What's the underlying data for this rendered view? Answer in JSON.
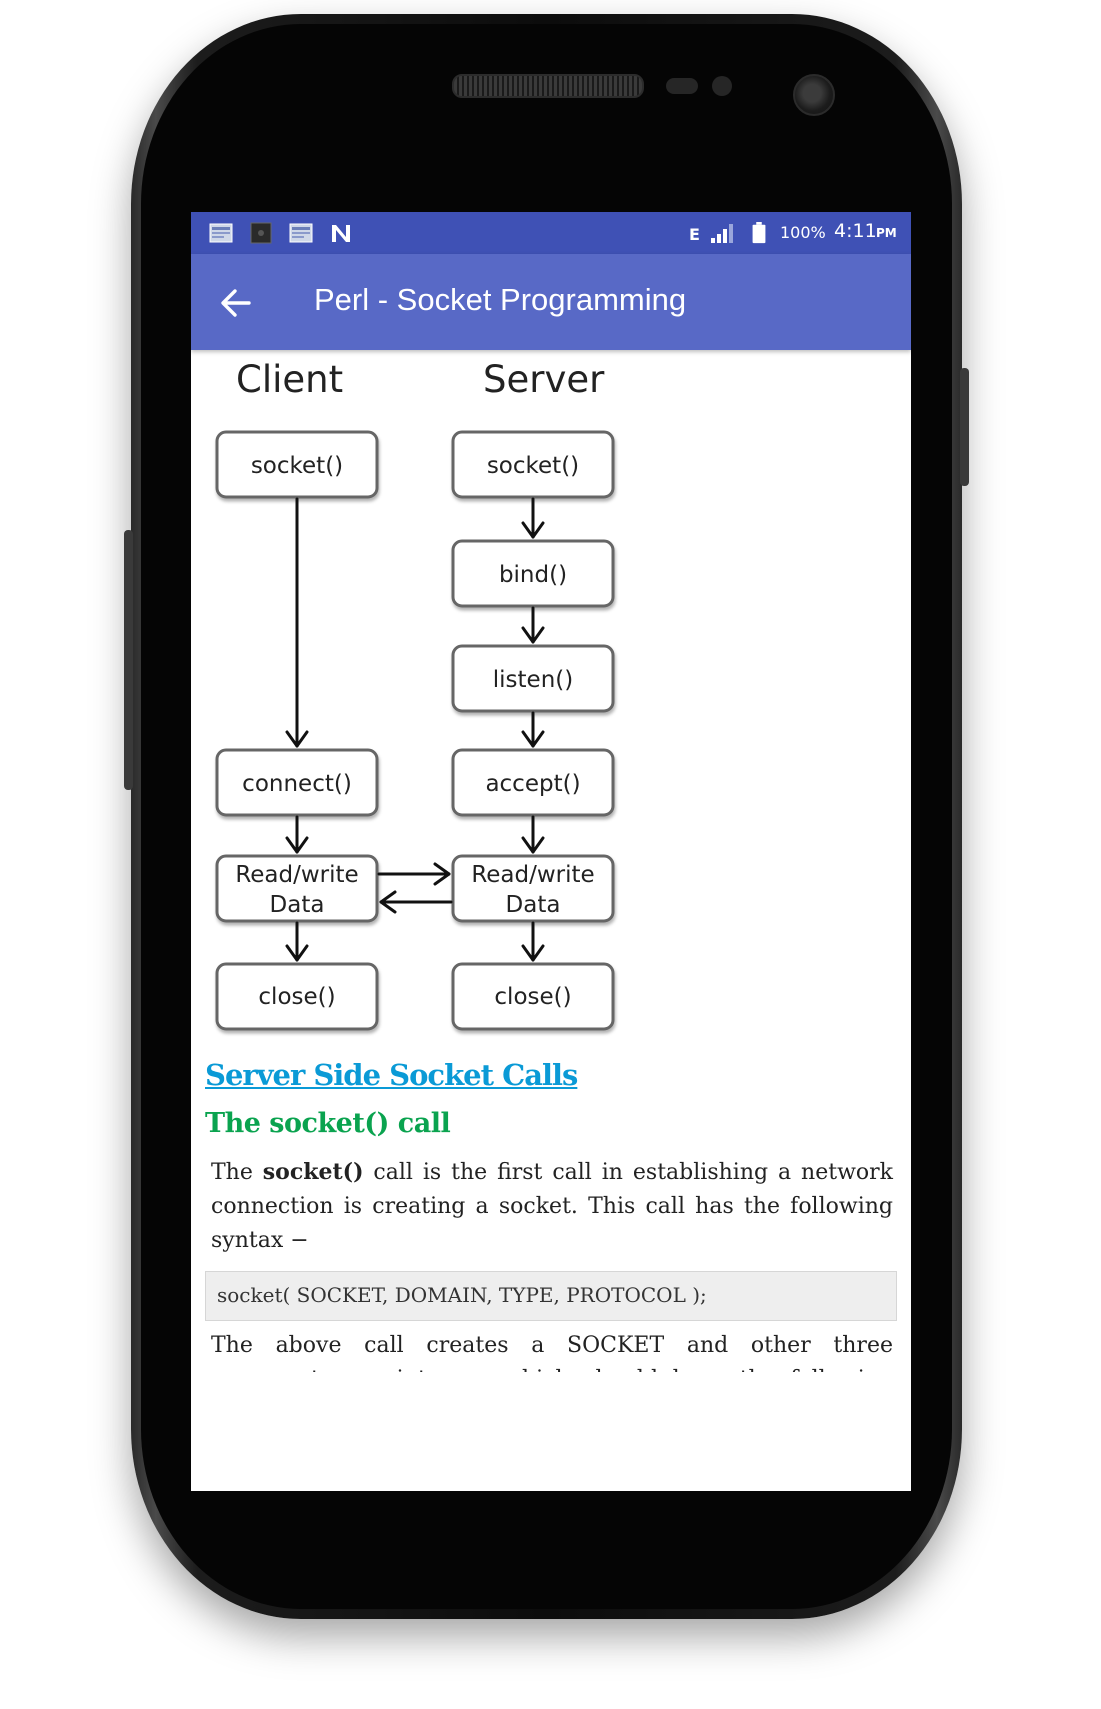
{
  "status_bar": {
    "network": "E",
    "battery": "100%",
    "time": "4:11",
    "ampm": "PM"
  },
  "toolbar": {
    "title": "Perl - Socket Programming"
  },
  "diagram": {
    "client_label": "Client",
    "server_label": "Server",
    "client_socket": "socket()",
    "client_connect": "connect()",
    "client_rw_line1": "Read/write",
    "client_rw_line2": "Data",
    "client_close": "close()",
    "server_socket": "socket()",
    "server_bind": "bind()",
    "server_listen": "listen()",
    "server_accept": "accept()",
    "server_rw_line1": "Read/write",
    "server_rw_line2": "Data",
    "server_close": "close()"
  },
  "article": {
    "section_title": "Server Side Socket Calls",
    "subsection_title": "The socket() call",
    "para1_pre": "The ",
    "para1_bold": "socket()",
    "para1_post": " call is the first call in establishing a network connection is creating a socket. This call has the following syntax −",
    "code": "socket( SOCKET, DOMAIN, TYPE, PROTOCOL );",
    "para2": "The above call creates a SOCKET and other three arguments are integers which should have the following values for"
  }
}
